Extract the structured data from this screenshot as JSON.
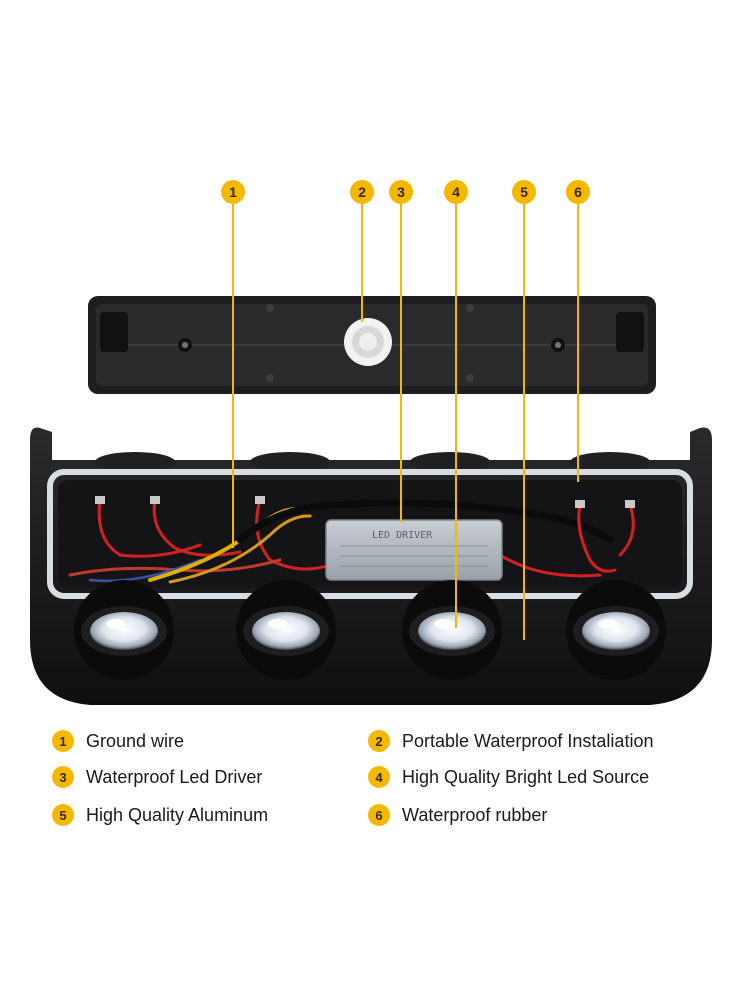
{
  "product": {
    "driver_label": "LED DRIVER"
  },
  "callouts": [
    {
      "num": "1",
      "label": "Ground wire"
    },
    {
      "num": "2",
      "label": "Portable Waterproof Instaliation"
    },
    {
      "num": "3",
      "label": "Waterproof Led Driver"
    },
    {
      "num": "4",
      "label": "High Quality Bright Led Source"
    },
    {
      "num": "5",
      "label": "High Quality Aluminum"
    },
    {
      "num": "6",
      "label": "Waterproof rubber"
    }
  ],
  "colors": {
    "badge": "#f5b800",
    "leader_line": "#f5b800",
    "housing": "#1c1c1e",
    "gasket": "#d8dde2"
  }
}
